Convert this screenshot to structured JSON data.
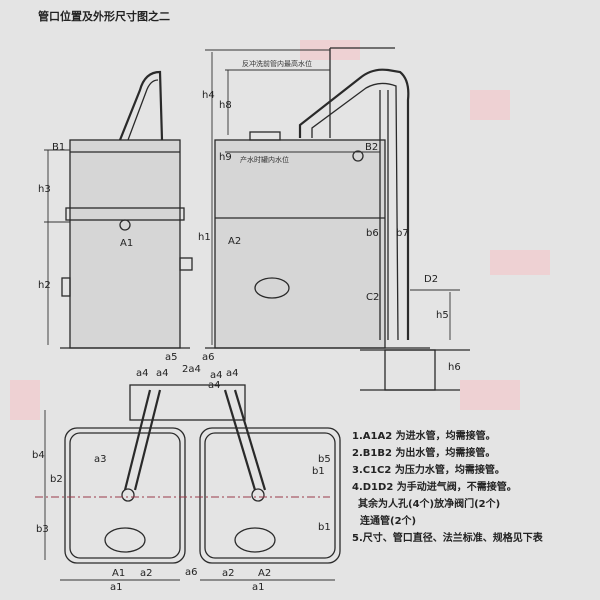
{
  "title": "管口位置及外形尺寸图之二",
  "elevation_left": {
    "labels": {
      "B1": "B1",
      "h3": "h3",
      "A1": "A1",
      "h2": "h2"
    }
  },
  "elevation_right": {
    "labels": {
      "h4": "h4",
      "h8": "h8",
      "h9": "h9",
      "h1": "h1",
      "A2": "A2",
      "B2": "B2",
      "b6": "b6",
      "b7": "b7",
      "C2": "C2",
      "D2": "D2",
      "h5": "h5",
      "h6": "h6"
    },
    "backwash_level": "反冲洗前管内最高水位",
    "production_level": "产水时罐内水位"
  },
  "plan": {
    "labels": {
      "a5": "a5",
      "a6_top": "a6",
      "a4_1": "a4",
      "a4_2": "a4",
      "a4_mid": "2a4",
      "a4_3": "a4",
      "a4_4": "a4",
      "a4_5": "a4",
      "b4": "b4",
      "a3": "a3",
      "b2": "b2",
      "b3": "b3",
      "A1": "A1",
      "a2_left": "a2",
      "a1_left": "a1",
      "a6_bottom": "a6",
      "a2_right": "a2",
      "A2": "A2",
      "a1_right": "a1",
      "b5": "b5",
      "b1_top": "b1",
      "b1_side": "b1"
    }
  },
  "notes": [
    "1.A1A2 为进水管，均需接管。",
    "2.B1B2 为出水管，均需接管。",
    "3.C1C2 为压力水管，均需接管。",
    "4.D1D2 为手动进气阀，不需接管。",
    "其余为人孔(4个)放净阀门(2个)",
    "连通管(2个)",
    "5.尺寸、管口直径、法兰标准、规格见下表"
  ],
  "colors": {
    "background": "#e4e4e4",
    "line": "#2a2a2a",
    "accent": "#9a3a4a"
  }
}
